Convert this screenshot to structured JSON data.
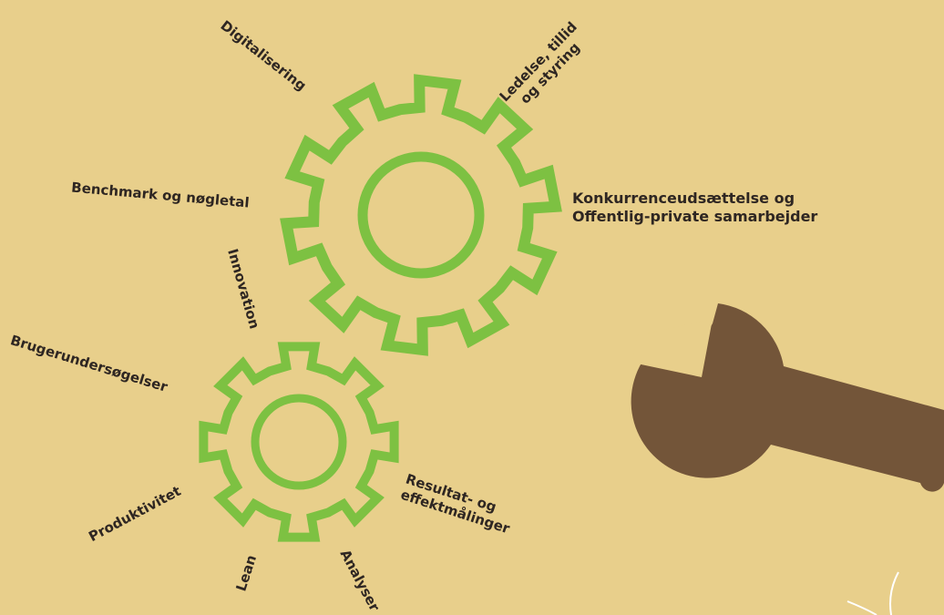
{
  "labels": {
    "digitalisering": "Digitalisering",
    "ledelse_line1": "Ledelse, tillid",
    "ledelse_line2": "og styring",
    "benchmark": "Benchmark og nøgletal",
    "konkurrence_line1": "Konkurrenceudsættelse og",
    "konkurrence_line2": "Offentlig-private samarbejder",
    "innovation": "Innovation",
    "brugerundersogelser": "Brugerundersøgelser",
    "resultat_line1": "Resultat- og",
    "resultat_line2": "effektmålinger",
    "produktivitet": "Produktivitet",
    "lean": "Lean",
    "analyser": "Analyser"
  },
  "colors": {
    "background": "#e8cf8b",
    "gear": "#7dc142",
    "wrench": "#735539",
    "text": "#2e2622",
    "decor_line": "#ffffff"
  },
  "icons": {
    "large_gear": "gear-icon",
    "small_gear": "gear-icon",
    "wrench": "wrench-icon"
  }
}
